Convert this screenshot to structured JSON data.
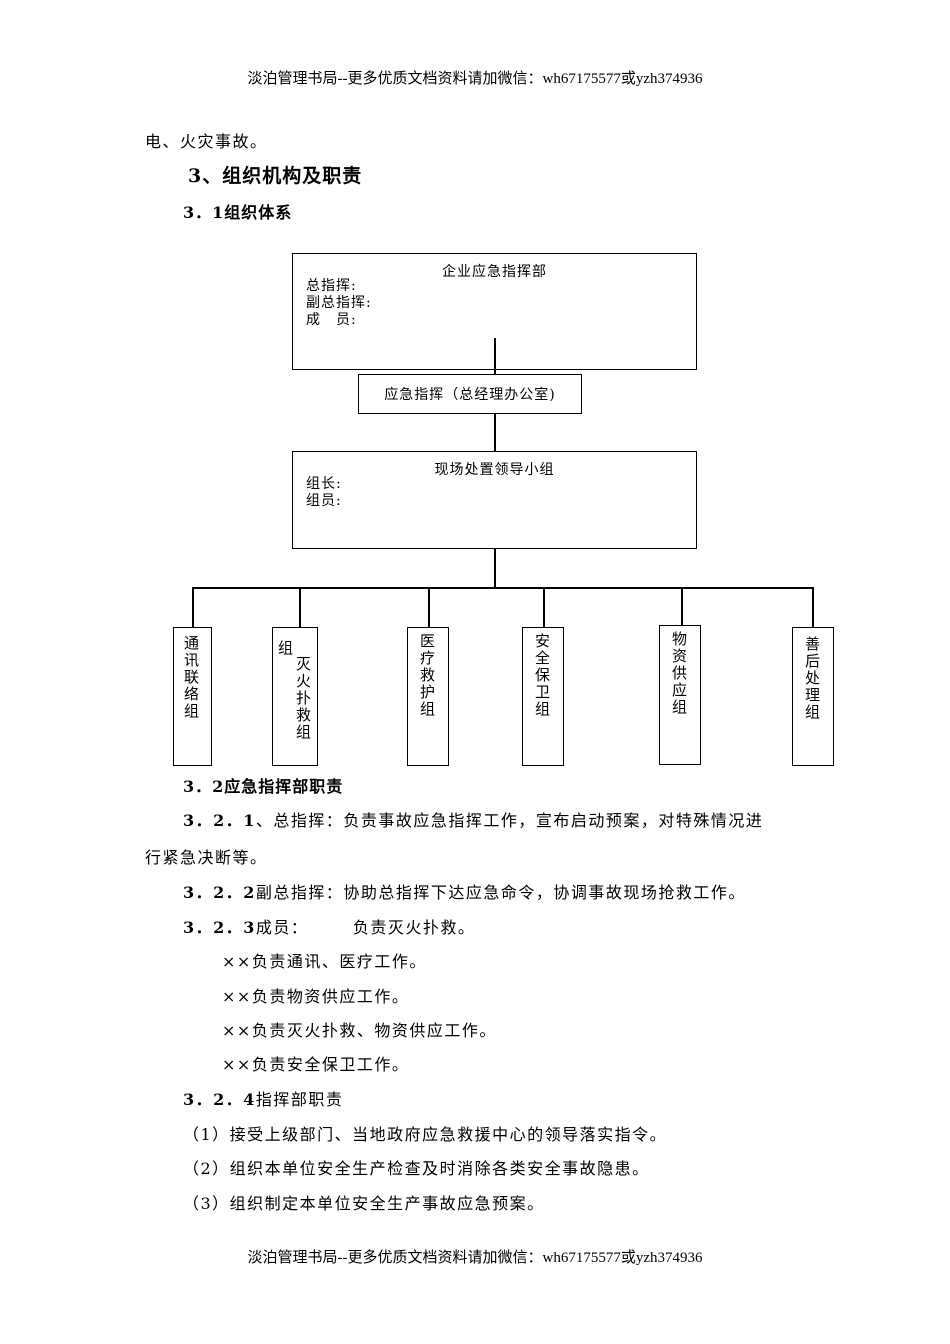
{
  "header": "淡泊管理书局--更多优质文档资料请加微信：wh67175577或yzh374936",
  "footer": "淡泊管理书局--更多优质文档资料请加微信：wh67175577或yzh374936",
  "intro_tail": "电、火灾事故。",
  "section_title": "3、组织机构及职责",
  "subsection_1": "3．1组织体系",
  "org_chart": {
    "top_box": {
      "title": "企业应急指挥部",
      "lines": [
        "总指挥:",
        "副总指挥:",
        "成　员:"
      ]
    },
    "office_box": "应急指挥（总经理办公室)",
    "lead_box": {
      "title": "现场处置领导小组",
      "lines": [
        "组长:",
        "组员:"
      ]
    },
    "groups": [
      {
        "text": "通讯联络组"
      },
      {
        "top": "组",
        "text": "灭火扑救组"
      },
      {
        "text": "医疗救护组"
      },
      {
        "text": "安全保卫组"
      },
      {
        "text": "物资供应组"
      },
      {
        "text": "善后处理组"
      }
    ]
  },
  "subsection_2": "3．2应急指挥部职责",
  "item_321": {
    "num": "3．2．1",
    "line1": "、总指挥：负责事故应急指挥工作，宣布启动预案，对特殊情况进",
    "line2": "行紧急决断等。"
  },
  "item_322": {
    "num": "3．2．2",
    "text": "副总指挥：协助总指挥下达应急命令，协调事故现场抢救工作。"
  },
  "item_323": {
    "num": "3．2．3",
    "text": "成员：　　　负责灭火扑救。"
  },
  "members": [
    "××负责通讯、医疗工作。",
    "××负责物资供应工作。",
    "××负责灭火扑救、物资供应工作。",
    "××负责安全保卫工作。"
  ],
  "item_324": {
    "num": "3．2．4",
    "text": "指挥部职责"
  },
  "duties": [
    "（1）接受上级部门、当地政府应急救援中心的领导落实指令。",
    "（2）组织本单位安全生产检查及时消除各类安全事故隐患。",
    "（3）组织制定本单位安全生产事故应急预案。"
  ]
}
